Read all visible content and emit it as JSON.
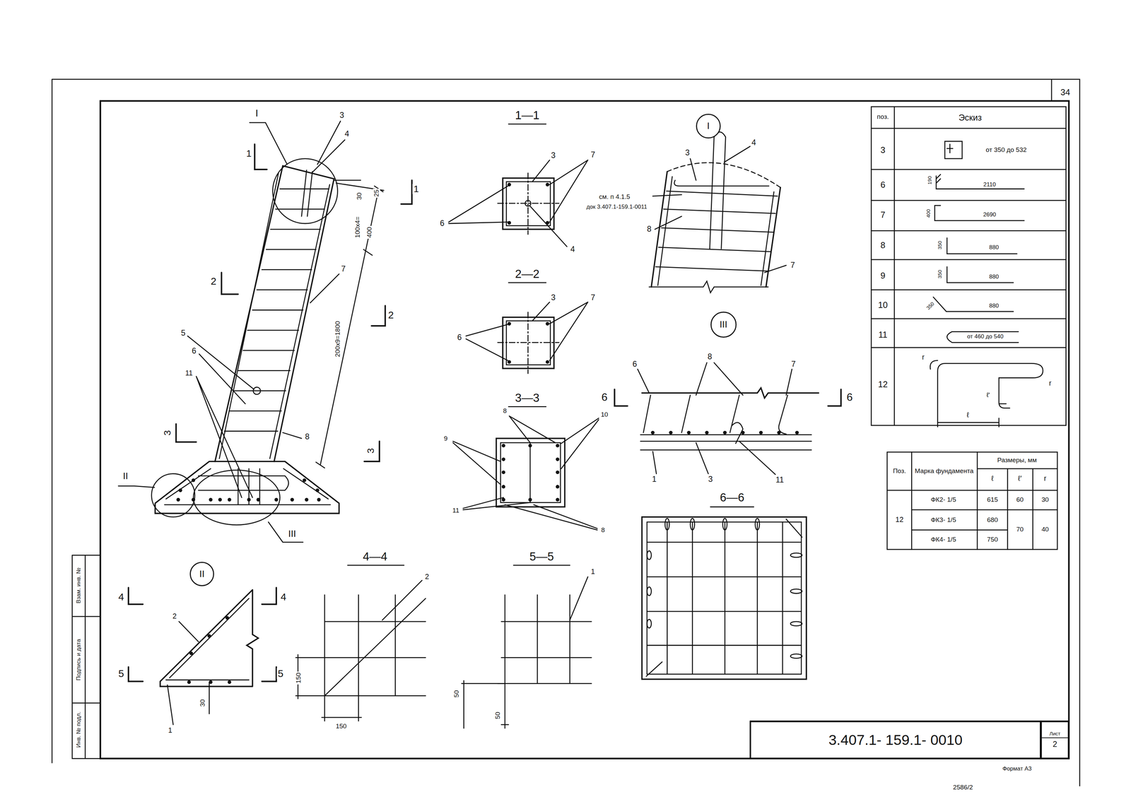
{
  "diagram": {
    "nodes": [
      {
        "text": [
          "I"
        ]
      },
      {
        "text": [
          "III"
        ]
      },
      {
        "text": [
          "II"
        ]
      },
      {
        "text": [
          "3.407.1- 159.1- 0010"
        ]
      },
      {
        "text": [
          "Лист",
          "2"
        ]
      }
    ],
    "labels": [
      "34",
      "I",
      "3",
      "4",
      "1",
      "1",
      "25",
      "30",
      "100х4=",
      "400",
      "7",
      "2",
      "2",
      "200х9=1800",
      "5",
      "6",
      "11",
      "3",
      "3",
      "8",
      "II",
      "III",
      "1—1",
      "3",
      "7",
      "6",
      "4",
      "см. п 4.1.5",
      "док 3.407.1-159.1-0011",
      "2—2",
      "3",
      "7",
      "6",
      "3—3",
      "8",
      "10",
      "9",
      "11",
      "8",
      "3",
      "4",
      "8",
      "7",
      "6",
      "8",
      "7",
      "6",
      "6",
      "1",
      "3",
      "11",
      "6—6",
      "4",
      "4",
      "5",
      "5",
      "2",
      "1",
      "30",
      "4—4",
      "2",
      "150",
      "150",
      "5—5",
      "1",
      "50",
      "50",
      "поз.",
      "Эскиз",
      "3",
      "от 350 до 532",
      "6",
      "190",
      "2110",
      "7",
      "400",
      "2690",
      "8",
      "350",
      "880",
      "9",
      "350",
      "880",
      "10",
      "350",
      "880",
      "11",
      "от 460 до 540",
      "12",
      "r",
      "r",
      "ℓ'",
      "ℓ",
      "Поз.",
      "Марка фундамента",
      "Размеры, мм",
      "ℓ",
      "ℓ'",
      "r",
      "12",
      "ФК2- 1/5",
      "615",
      "60",
      "30",
      "ФК3- 1/5",
      "680",
      "70",
      "40",
      "ФК4- 1/5",
      "750",
      "Инв. № подл.",
      "Подпись и дата",
      "Взам. инв. №",
      "Формат А3",
      "2586/2"
    ]
  }
}
